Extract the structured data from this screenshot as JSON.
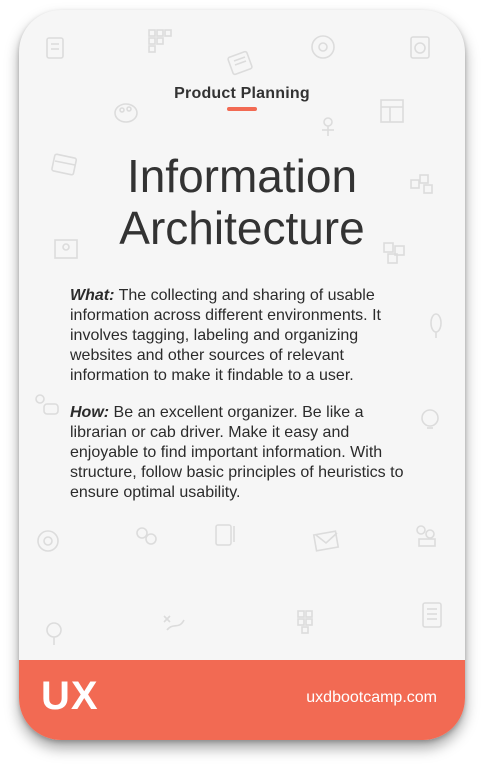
{
  "card": {
    "category": "Product Planning",
    "title_line1": "Information",
    "title_line2": "Architecture",
    "what_label": "What:",
    "what_text": " The collecting and sharing of usable information across different environments. It involves tagging, labeling and organizing websites and other sources of relevant information to make it findable to a user.",
    "how_label": "How:",
    "how_text": " Be an excellent organizer. Be like a librarian or cab driver. Make it easy and enjoyable to find important information. With structure, follow basic principles of heuristics to ensure optimal usability.",
    "footer_logo": "UX",
    "footer_url": "uxdbootcamp.com"
  },
  "colors": {
    "accent": "#f26a53",
    "card_background": "#f6f6f6",
    "text": "#333333",
    "icon_watermark": "#dcdcdc"
  },
  "background_icons": [
    "document-icon",
    "grid-icon",
    "notepad-icon",
    "gear-circle-icon",
    "clipboard-icon",
    "palette-icon",
    "person-icon",
    "wireframe-icon",
    "browser-icon",
    "blocks-icon",
    "map-pin-icon",
    "boxes-icon",
    "rocket-icon",
    "chat-icon",
    "lightbulb-icon",
    "target-icon",
    "clipboard-pencil-icon",
    "envelope-icon",
    "people-icon",
    "location-icon",
    "strategy-icon",
    "checklist-icon",
    "list-doc-icon"
  ]
}
